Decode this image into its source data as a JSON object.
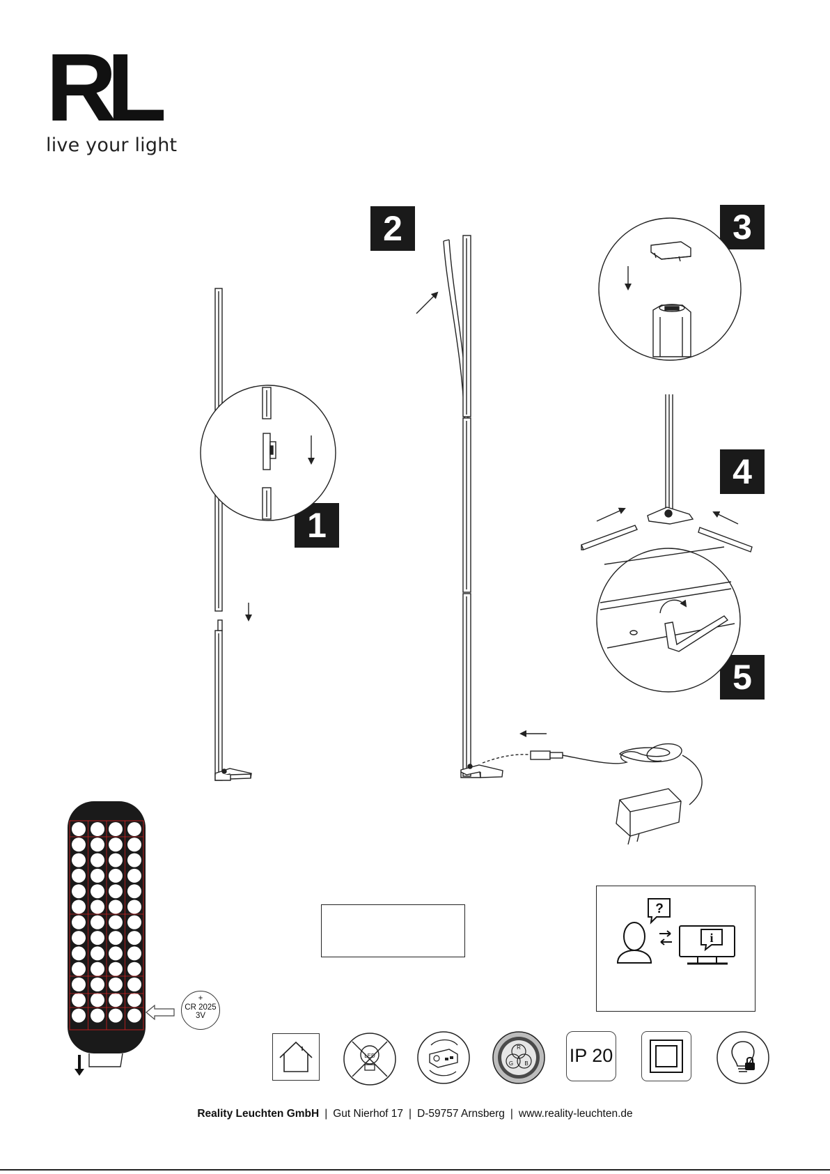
{
  "brand": {
    "logo_letters": "RL",
    "tagline": "live your light"
  },
  "steps": [
    "1",
    "2",
    "3",
    "4",
    "5"
  ],
  "battery": {
    "polarity": "+",
    "type": "CR 2025",
    "voltage": "3V"
  },
  "icons": {
    "indoor": "house-icon",
    "led_not_replaceable": "led-crossed-icon",
    "remote_control": "remote-control-icon",
    "rgb": "rgb-color-icon",
    "ip_rating": "IP 20",
    "protection_class": "protection-class-ii-icon",
    "child_lock": "bulb-lock-icon"
  },
  "footer": {
    "company": "Reality Leuchten GmbH",
    "street": "Gut Nierhof 17",
    "city": "D-59757 Arnsberg",
    "website": "www.reality-leuchten.de",
    "separator": "|"
  },
  "colors": {
    "ink": "#1a1a1a",
    "remote_grid": "#d21f1f"
  }
}
